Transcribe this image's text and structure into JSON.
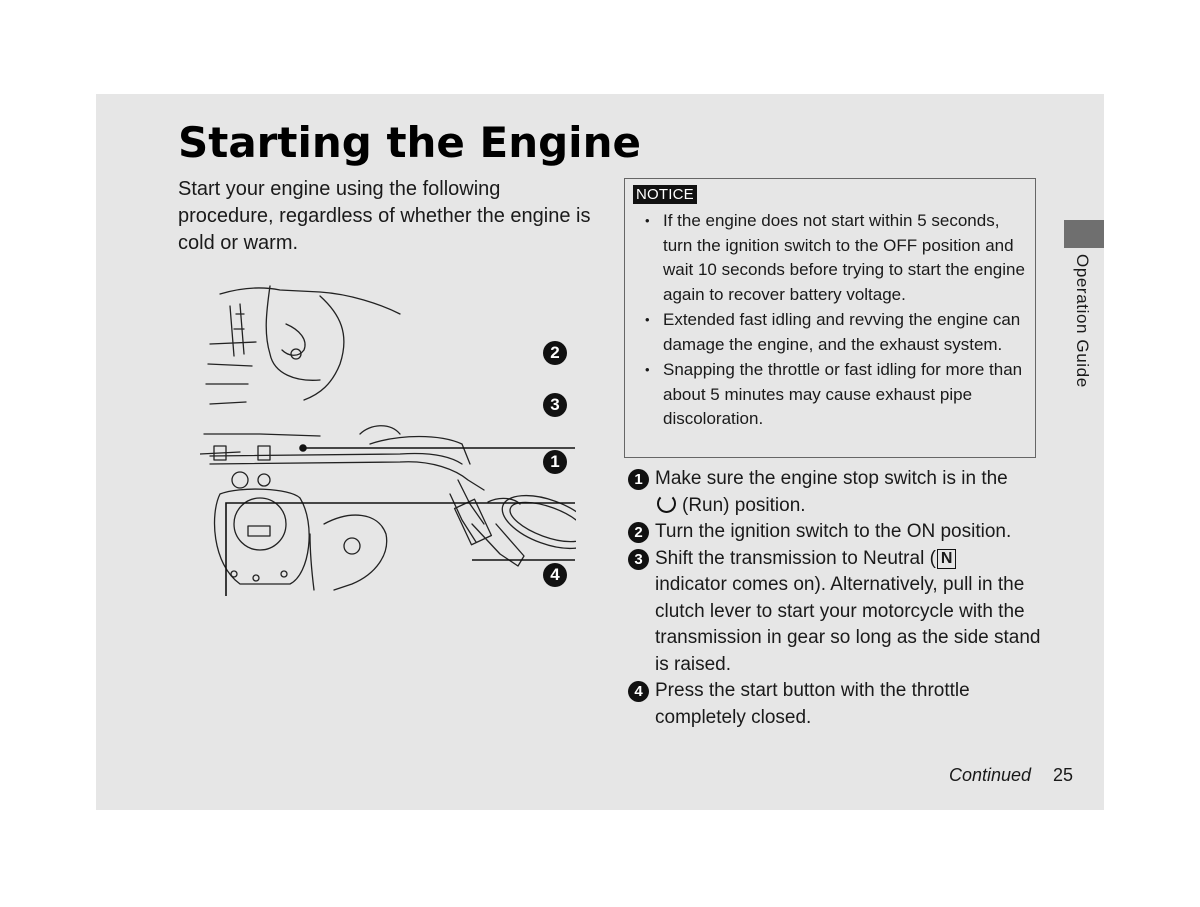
{
  "title": "Starting the Engine",
  "intro": "Start your engine using the following procedure, regardless of whether the engine is cold or warm.",
  "notice": {
    "tag": "NOTICE",
    "items": [
      "If the engine does not start within 5 seconds, turn the ignition switch to the OFF position and wait 10 seconds before trying to start the engine again to recover battery voltage.",
      "Extended fast idling and revving the engine can damage the engine, and the exhaust system.",
      "Snapping the throttle or fast idling for more than about 5 minutes may cause exhaust pipe discoloration."
    ]
  },
  "callouts": [
    "2",
    "3",
    "1",
    "4"
  ],
  "steps": [
    {
      "num": "1",
      "text_a": "Make sure the engine stop switch is in the",
      "icon": "run-position-icon",
      "text_b": "(Run) position."
    },
    {
      "num": "2",
      "text": "Turn the ignition switch to the ON position."
    },
    {
      "num": "3",
      "text_a": "Shift the transmission to Neutral (",
      "badge": "N",
      "text_b": "indicator comes on). Alternatively, pull in the clutch lever to start your motorcycle with the transmission in gear so long as the side stand is raised."
    },
    {
      "num": "4",
      "text": "Press the start button with the throttle completely closed."
    }
  ],
  "side_label": "Operation Guide",
  "footer": {
    "continued": "Continued",
    "page_number": "25"
  }
}
